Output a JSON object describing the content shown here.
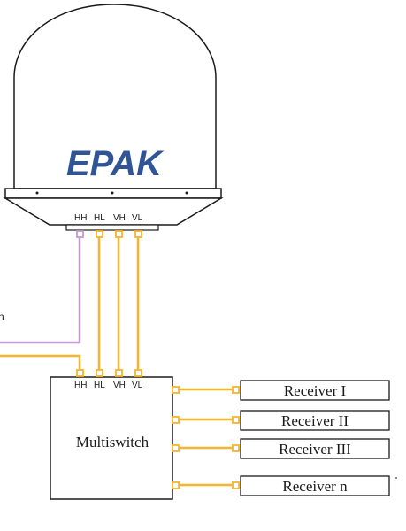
{
  "brand": {
    "logo_text": "EPAK",
    "logo_color": "#2f5597"
  },
  "lnb_ports": [
    "HH",
    "HL",
    "VH",
    "VL"
  ],
  "multiswitch": {
    "label": "Multiswitch",
    "input_ports": [
      "HH",
      "HL",
      "VH",
      "VL"
    ]
  },
  "receivers": [
    "Receiver I",
    "Receiver II",
    "Receiver III",
    "Receiver n"
  ],
  "left_edge_text": "n",
  "colors": {
    "coax": "#f5b52e",
    "purple_line": "#c39bd3",
    "outline": "#1a1a1a"
  }
}
